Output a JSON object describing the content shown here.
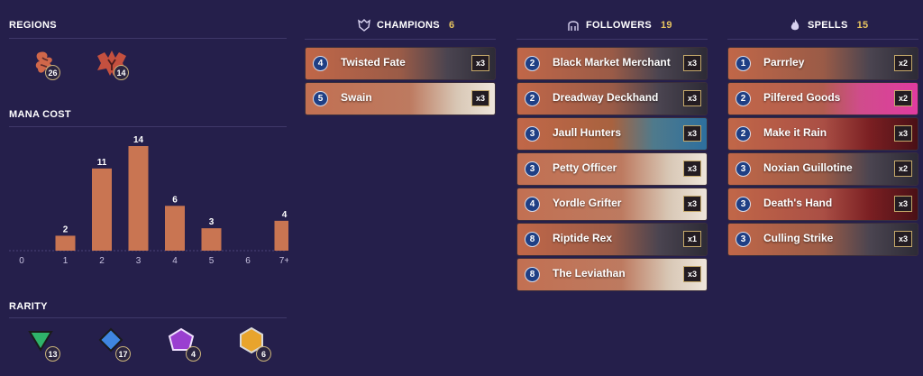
{
  "left": {
    "regions_title": "REGIONS",
    "regions": [
      {
        "name": "bilgewater-icon",
        "count": "26",
        "color": "#d0674a"
      },
      {
        "name": "noxus-icon",
        "count": "14",
        "color": "#c4503f"
      }
    ],
    "mana_title": "MANA COST",
    "rarity_title": "RARITY",
    "rarities": [
      {
        "name": "common-rarity-icon",
        "count": "13",
        "color": "#2fb36a"
      },
      {
        "name": "rare-rarity-icon",
        "count": "17",
        "color": "#3f86e0"
      },
      {
        "name": "epic-rarity-icon",
        "count": "4",
        "color": "#9a3fd0"
      },
      {
        "name": "champion-rarity-icon",
        "count": "6",
        "color": "#e8a42c"
      }
    ]
  },
  "chart_data": {
    "type": "bar",
    "categories": [
      "0",
      "1",
      "2",
      "3",
      "4",
      "5",
      "6",
      "7+"
    ],
    "values": [
      0,
      2,
      11,
      14,
      6,
      3,
      0,
      4
    ],
    "title": "MANA COST",
    "xlabel": "",
    "ylabel": "",
    "ylim": [
      0,
      14
    ],
    "bar_color": "#c97552"
  },
  "columns": {
    "champions": {
      "label": "CHAMPIONS",
      "count": "6",
      "icon": "champion-helm-icon",
      "cards": [
        {
          "mana": "4",
          "name": "Twisted Fate",
          "qty": "x3",
          "style": "dark"
        },
        {
          "mana": "5",
          "name": "Swain",
          "qty": "x3",
          "style": "light"
        }
      ]
    },
    "followers": {
      "label": "FOLLOWERS",
      "count": "19",
      "icon": "follower-icon",
      "cards": [
        {
          "mana": "2",
          "name": "Black Market Merchant",
          "qty": "x3",
          "style": "dark"
        },
        {
          "mana": "2",
          "name": "Dreadway Deckhand",
          "qty": "x3",
          "style": "dark"
        },
        {
          "mana": "3",
          "name": "Jaull Hunters",
          "qty": "x3",
          "style": "blue"
        },
        {
          "mana": "3",
          "name": "Petty Officer",
          "qty": "x3",
          "style": "light"
        },
        {
          "mana": "4",
          "name": "Yordle Grifter",
          "qty": "x3",
          "style": "light"
        },
        {
          "mana": "8",
          "name": "Riptide Rex",
          "qty": "x1",
          "style": "dark"
        },
        {
          "mana": "8",
          "name": "The Leviathan",
          "qty": "x3",
          "style": "light"
        }
      ]
    },
    "spells": {
      "label": "SPELLS",
      "count": "15",
      "icon": "spell-flame-icon",
      "cards": [
        {
          "mana": "1",
          "name": "Parrrley",
          "qty": "x2",
          "style": "dark"
        },
        {
          "mana": "2",
          "name": "Pilfered Goods",
          "qty": "x2",
          "style": "pink"
        },
        {
          "mana": "2",
          "name": "Make it Rain",
          "qty": "x3",
          "style": "red"
        },
        {
          "mana": "3",
          "name": "Noxian Guillotine",
          "qty": "x2",
          "style": "dark"
        },
        {
          "mana": "3",
          "name": "Death's Hand",
          "qty": "x3",
          "style": "red"
        },
        {
          "mana": "3",
          "name": "Culling Strike",
          "qty": "x3",
          "style": "dark"
        }
      ]
    }
  }
}
